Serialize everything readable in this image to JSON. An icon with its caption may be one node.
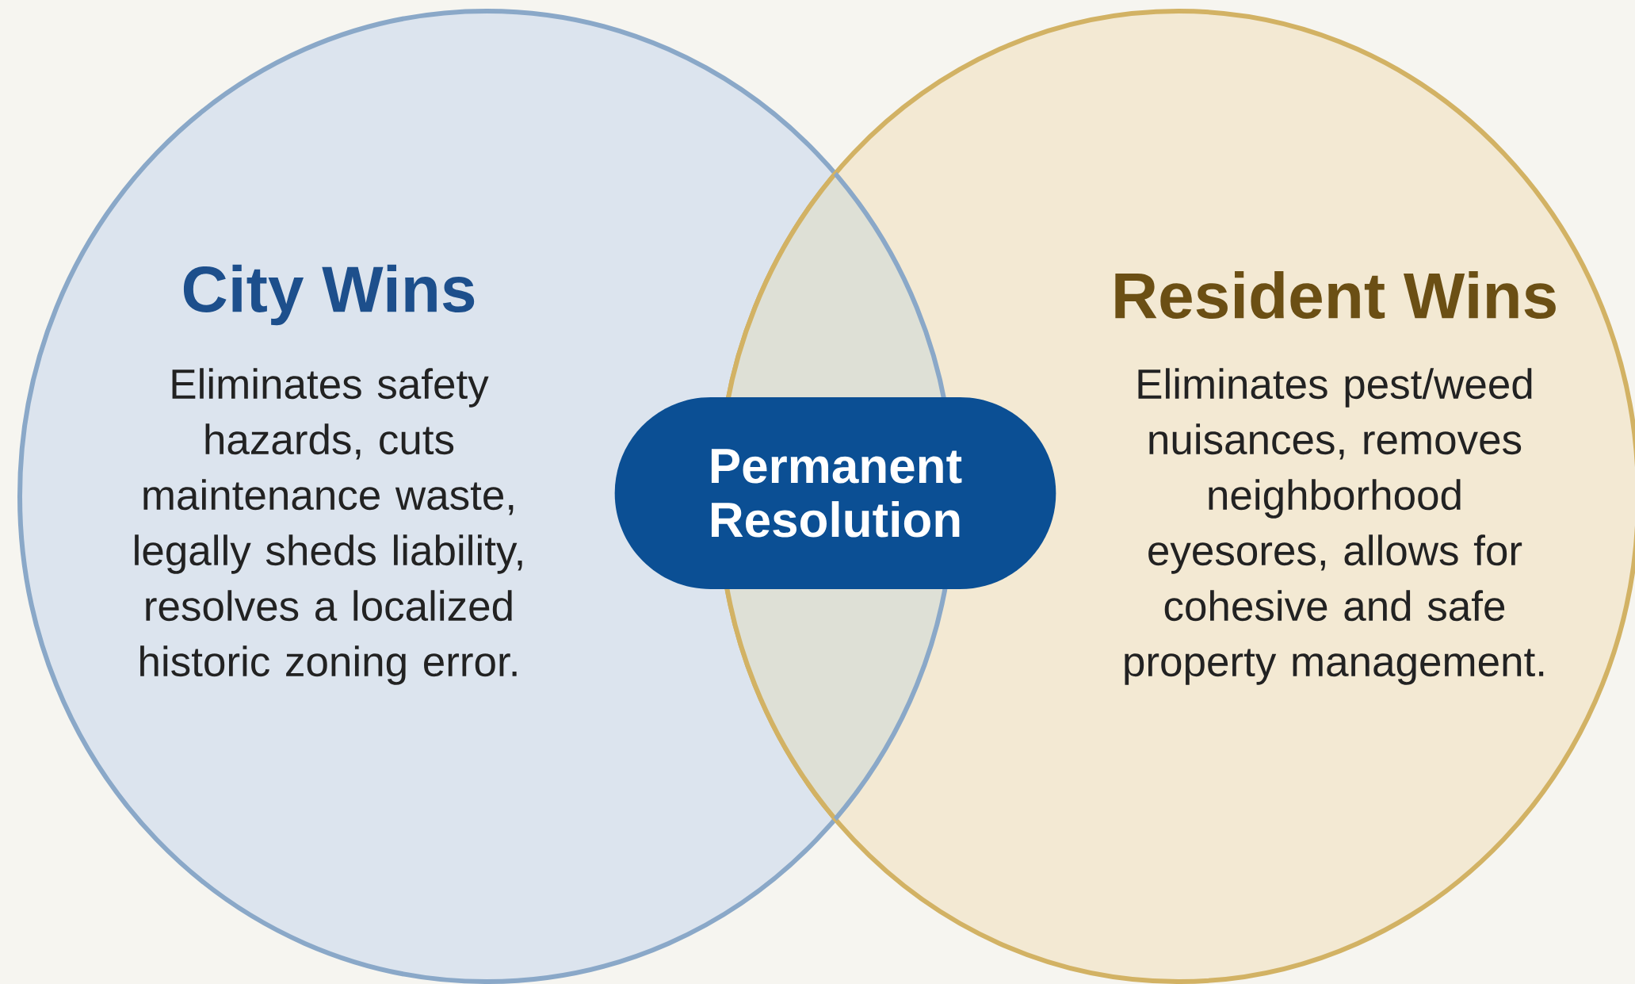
{
  "diagram": {
    "nodes": [
      {
        "text": [
          "City Wins",
          "Eliminates safety hazards, cuts maintenance waste, legally sheds liability, resolves a localized historic zoning error."
        ]
      },
      {
        "text": [
          "Resident Wins",
          "Eliminates pest/weed nuisances, removes neighborhood eyesores, allows for cohesive and safe property management."
        ]
      },
      {
        "text": [
          "Permanent Resolution"
        ]
      }
    ]
  }
}
